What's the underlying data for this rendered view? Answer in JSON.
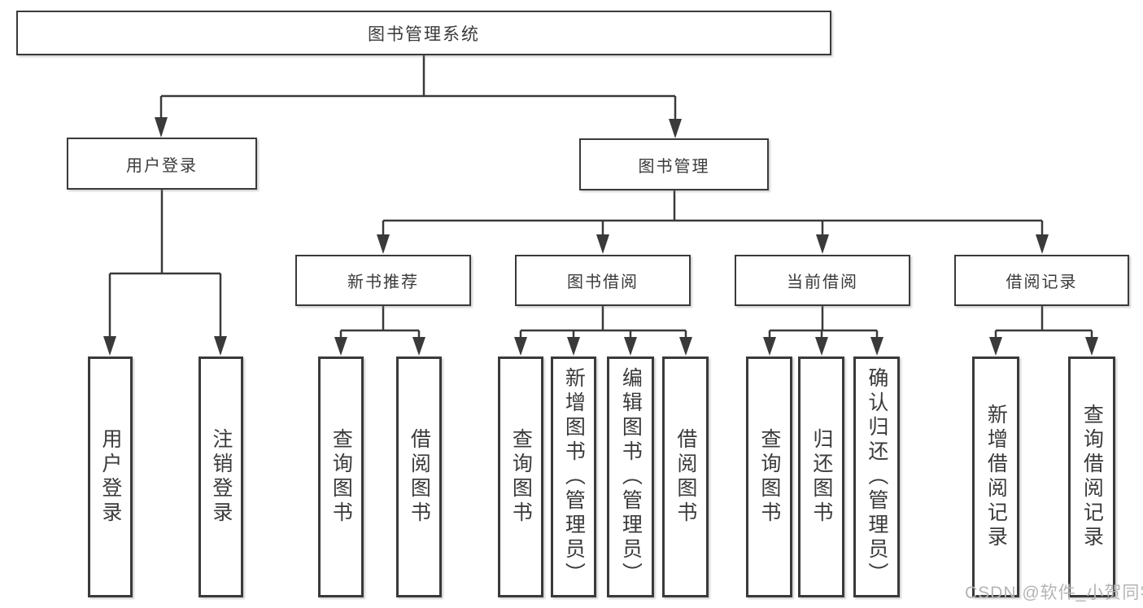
{
  "diagram": {
    "root": {
      "label": "图书管理系统"
    },
    "level2": [
      {
        "label": "用户登录",
        "children": [
          {
            "label": "用户登录"
          },
          {
            "label": "注销登录"
          }
        ]
      },
      {
        "label": "图书管理",
        "groups": [
          {
            "label": "新书推荐",
            "children": [
              {
                "label": "查询图书"
              },
              {
                "label": "借阅图书"
              }
            ]
          },
          {
            "label": "图书借阅",
            "children": [
              {
                "label": "查询图书"
              },
              {
                "label": "新增图书（管理员）"
              },
              {
                "label": "编辑图书（管理员）"
              },
              {
                "label": "借阅图书"
              }
            ]
          },
          {
            "label": "当前借阅",
            "children": [
              {
                "label": "查询图书"
              },
              {
                "label": "归还图书"
              },
              {
                "label": "确认归还（管理员）"
              }
            ]
          },
          {
            "label": "借阅记录",
            "children": [
              {
                "label": "新增借阅记录"
              },
              {
                "label": "查询借阅记录"
              }
            ]
          }
        ]
      }
    ],
    "watermark": "CSDN @软件_小贺同学",
    "colors": {
      "line": "#3a3a3a",
      "text": "#3a3a3a",
      "background": "#ffffff",
      "watermark": "#b4b4b4"
    }
  }
}
